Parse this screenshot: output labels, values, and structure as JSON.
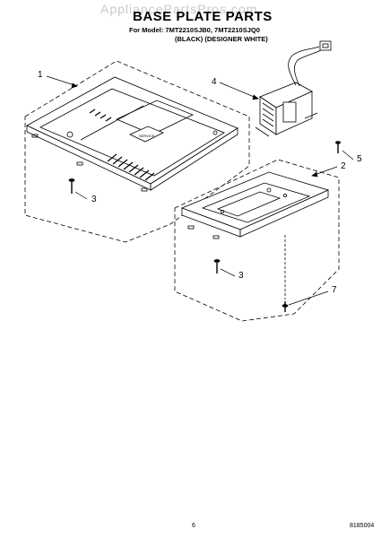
{
  "watermark": "AppliancePartsPros.com",
  "header": {
    "title": "BASE PLATE PARTS",
    "model_line": "For Model: 7MT2210SJB0, 7MT2210SJQ0",
    "variant_line": "(BLACK)  (DESIGNER WHITE)"
  },
  "callouts": {
    "c1": "1",
    "c2": "2",
    "c3a": "3",
    "c3b": "3",
    "c4": "4",
    "c5": "5",
    "c7": "7"
  },
  "footer": {
    "page_number": "6",
    "doc_number": "8185004"
  }
}
